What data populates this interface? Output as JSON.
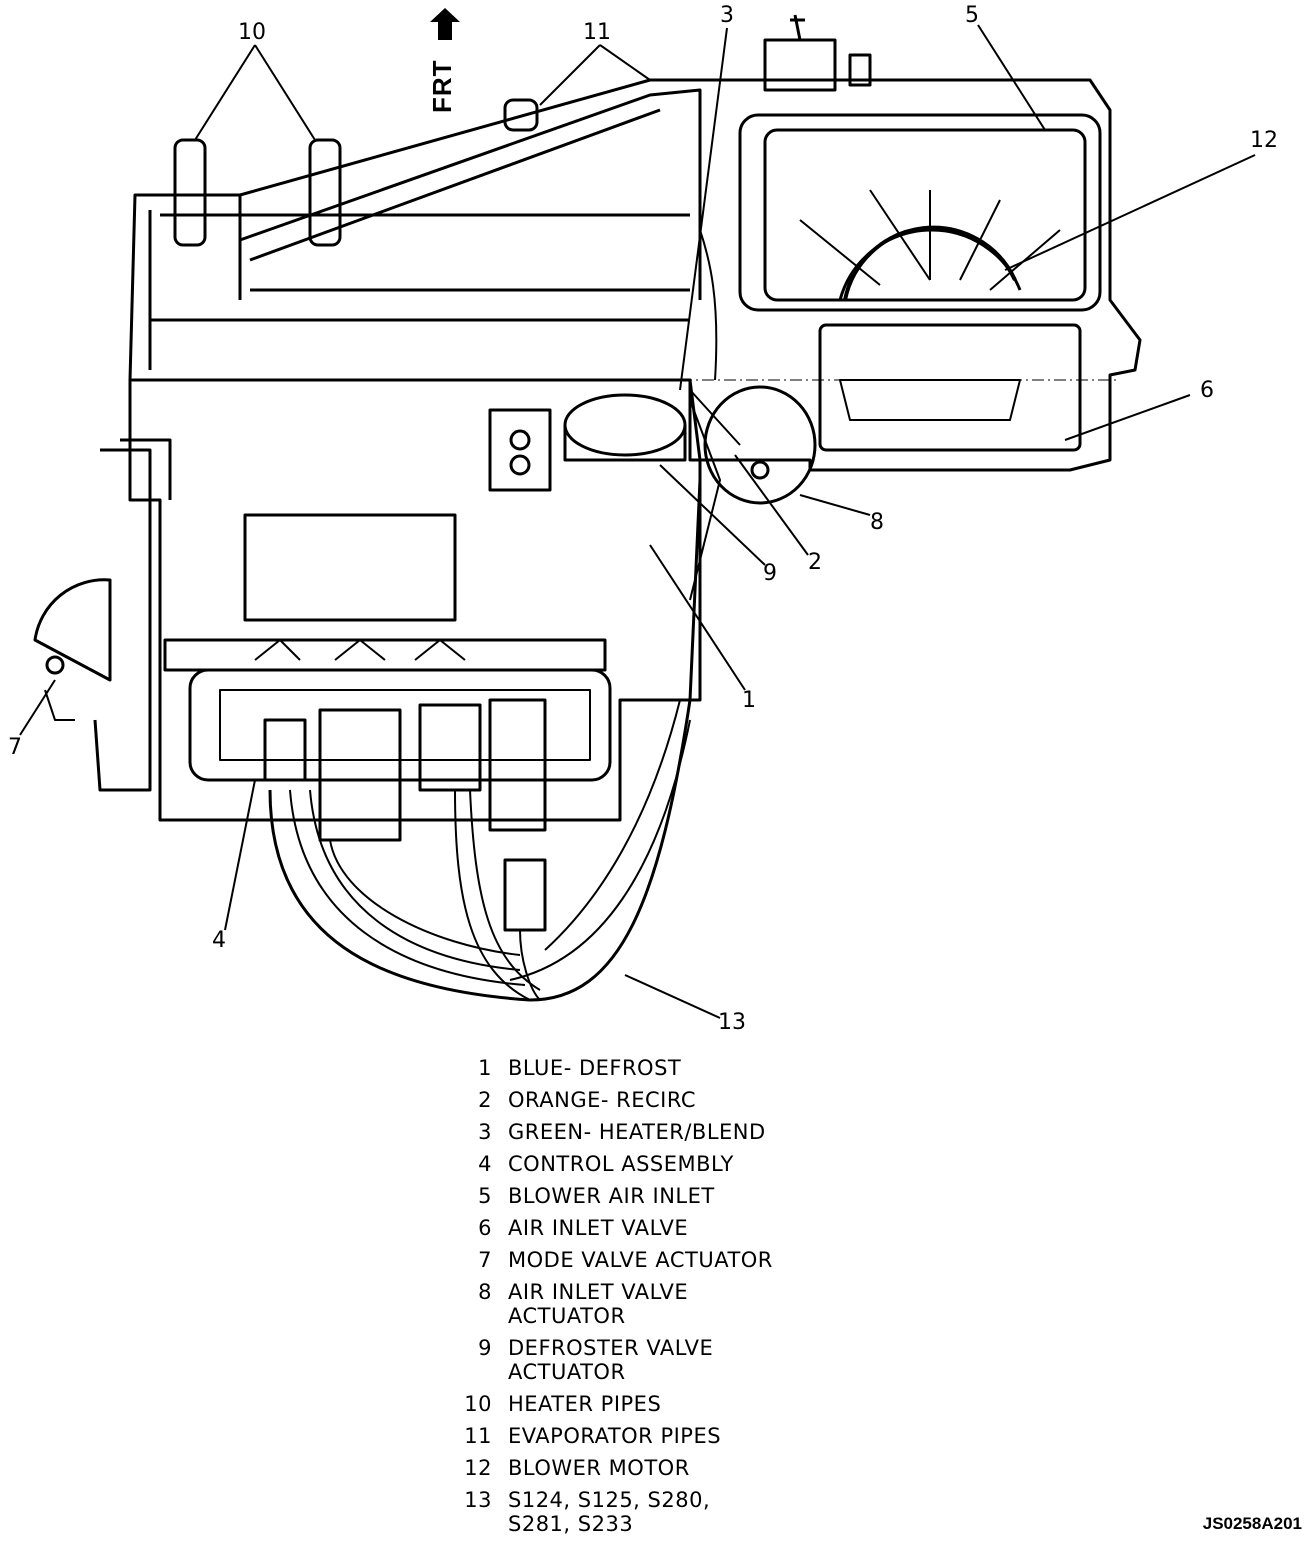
{
  "diagram": {
    "direction_label": "FRT",
    "callouts": [
      "1",
      "2",
      "3",
      "4",
      "5",
      "6",
      "7",
      "8",
      "9",
      "10",
      "11",
      "12",
      "13"
    ],
    "figure_id": "JS0258A201"
  },
  "legend": [
    {
      "num": "1",
      "text": "BLUE- DEFROST"
    },
    {
      "num": "2",
      "text": "ORANGE- RECIRC"
    },
    {
      "num": "3",
      "text": "GREEN- HEATER/BLEND"
    },
    {
      "num": "4",
      "text": "CONTROL ASSEMBLY"
    },
    {
      "num": "5",
      "text": "BLOWER AIR INLET"
    },
    {
      "num": "6",
      "text": "AIR INLET VALVE"
    },
    {
      "num": "7",
      "text": "MODE VALVE ACTUATOR"
    },
    {
      "num": "8",
      "text": "AIR INLET VALVE\nACTUATOR"
    },
    {
      "num": "9",
      "text": "DEFROSTER VALVE\nACTUATOR"
    },
    {
      "num": "10",
      "text": "HEATER PIPES"
    },
    {
      "num": "11",
      "text": "EVAPORATOR PIPES"
    },
    {
      "num": "12",
      "text": "BLOWER MOTOR"
    },
    {
      "num": "13",
      "text": "S124, S125, S280,\nS281, S233"
    }
  ]
}
